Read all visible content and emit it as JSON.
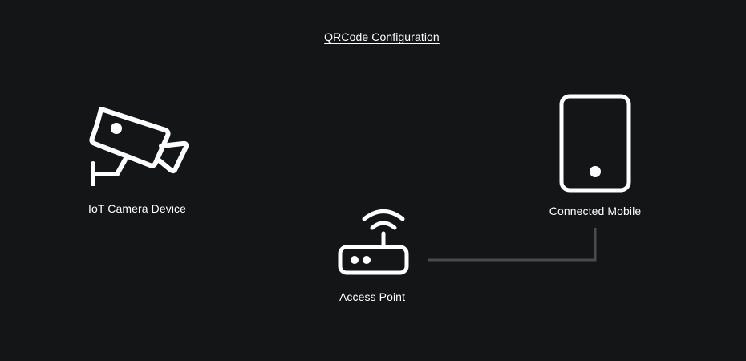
{
  "title": "QRCode Configuration",
  "nodes": {
    "camera": {
      "label": "IoT Camera Device",
      "icon": "security-camera-icon"
    },
    "access_point": {
      "label": "Access Point",
      "icon": "wifi-router-icon"
    },
    "mobile": {
      "label": "Connected Mobile",
      "icon": "mobile-phone-icon"
    }
  },
  "colors": {
    "background": "#141517",
    "foreground": "#ffffff",
    "connector": "#4a4b4d"
  }
}
